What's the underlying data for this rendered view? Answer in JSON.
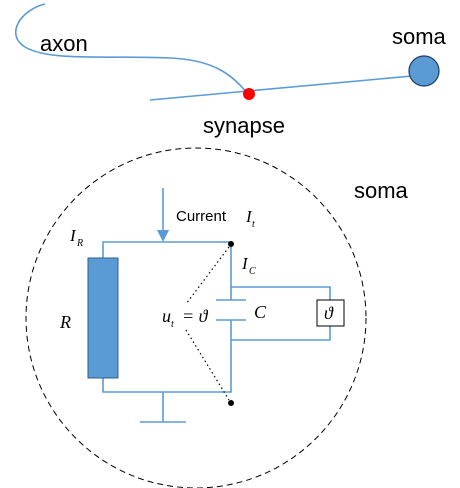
{
  "labels": {
    "axon": "axon",
    "soma_top": "soma",
    "synapse": "synapse",
    "soma_big": "soma",
    "current": "Current",
    "current_symbol": "I",
    "current_sub": "t",
    "ir_symbol": "I",
    "ir_sub": "R",
    "ic_symbol": "I",
    "ic_sub": "C",
    "r": "R",
    "c": "C",
    "ut_symbol": "u",
    "ut_sub": "t",
    "ut_eq": "= ϑ",
    "theta_box": "ϑ"
  },
  "colors": {
    "wire": "#5b9bd5",
    "soma_fill": "#5b9bd5",
    "synapse": "#ff0000",
    "resistor": "#5b9bd5"
  }
}
